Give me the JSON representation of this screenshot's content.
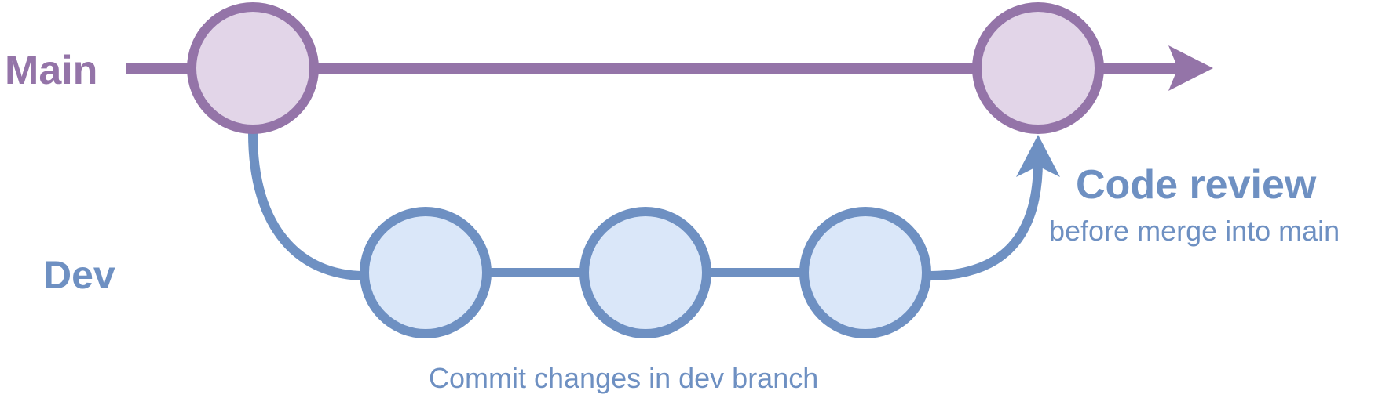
{
  "branches": {
    "main_label": "Main",
    "dev_label": "Dev"
  },
  "annotations": {
    "review_title": "Code review",
    "review_subtitle": "before merge into main",
    "dev_caption": "Commit changes in dev branch"
  },
  "colors": {
    "main_stroke": "#9474a8",
    "main_fill": "#e2d5e8",
    "dev_stroke": "#6e90c2",
    "dev_fill": "#dae7f9",
    "background": "#ffffff"
  }
}
